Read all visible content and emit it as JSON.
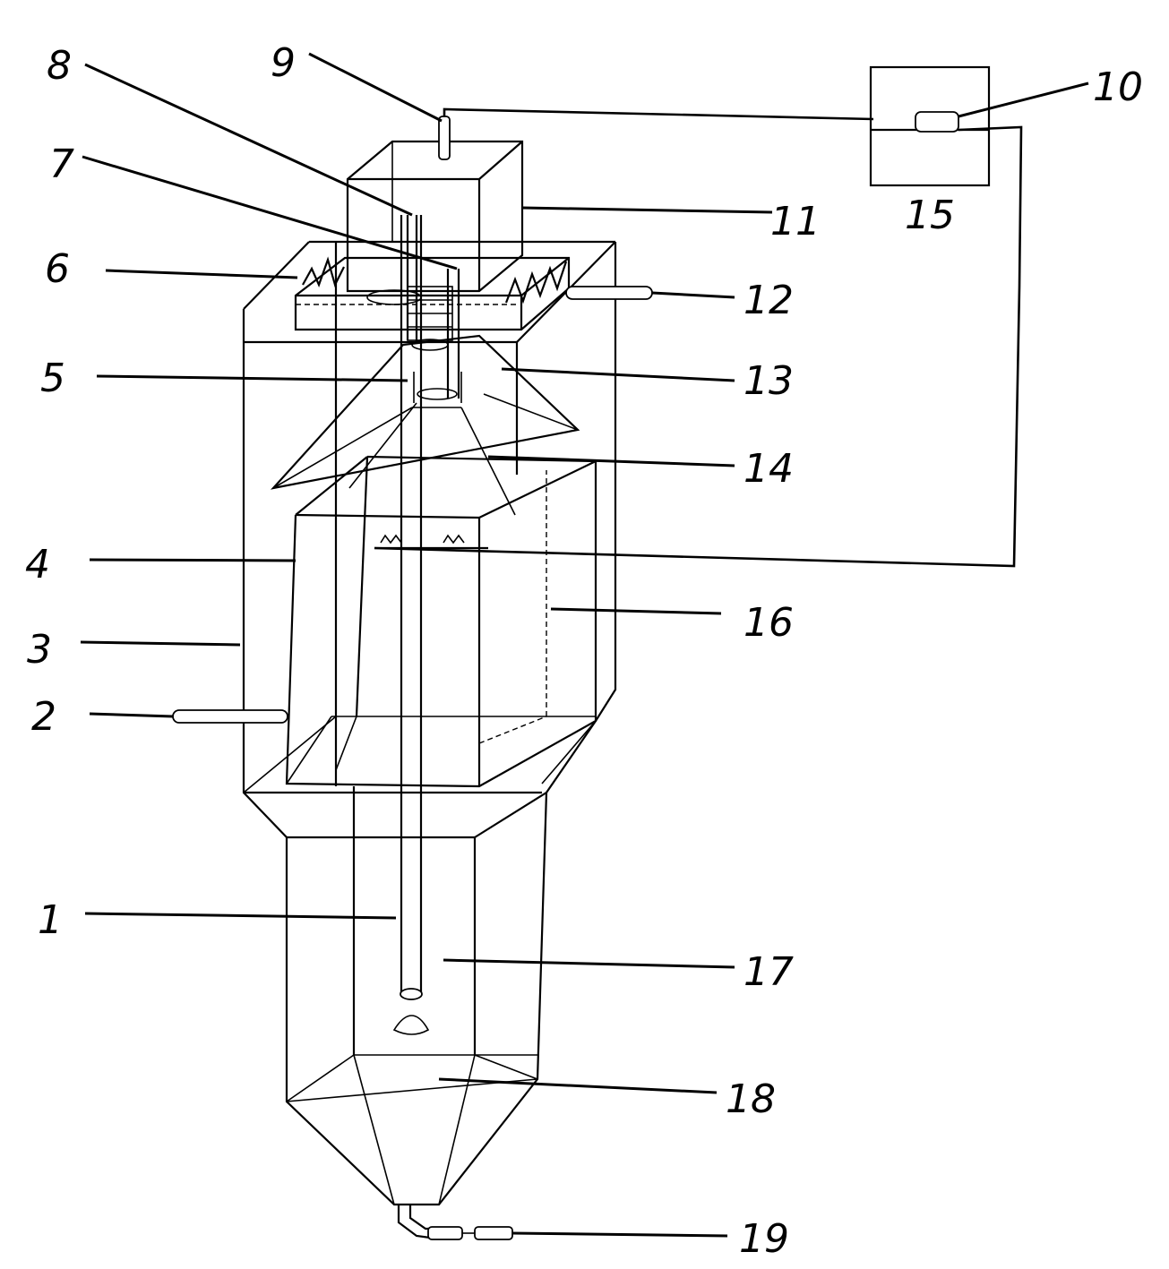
{
  "labels": {
    "l1": "1",
    "l2": "2",
    "l3": "3",
    "l4": "4",
    "l5": "5",
    "l6": "6",
    "l7": "7",
    "l8": "8",
    "l9": "9",
    "l10": "10",
    "l11": "11",
    "l12": "12",
    "l13": "13",
    "l14": "14",
    "l15": "15",
    "l16": "16",
    "l17": "17",
    "l18": "18",
    "l19": "19"
  }
}
